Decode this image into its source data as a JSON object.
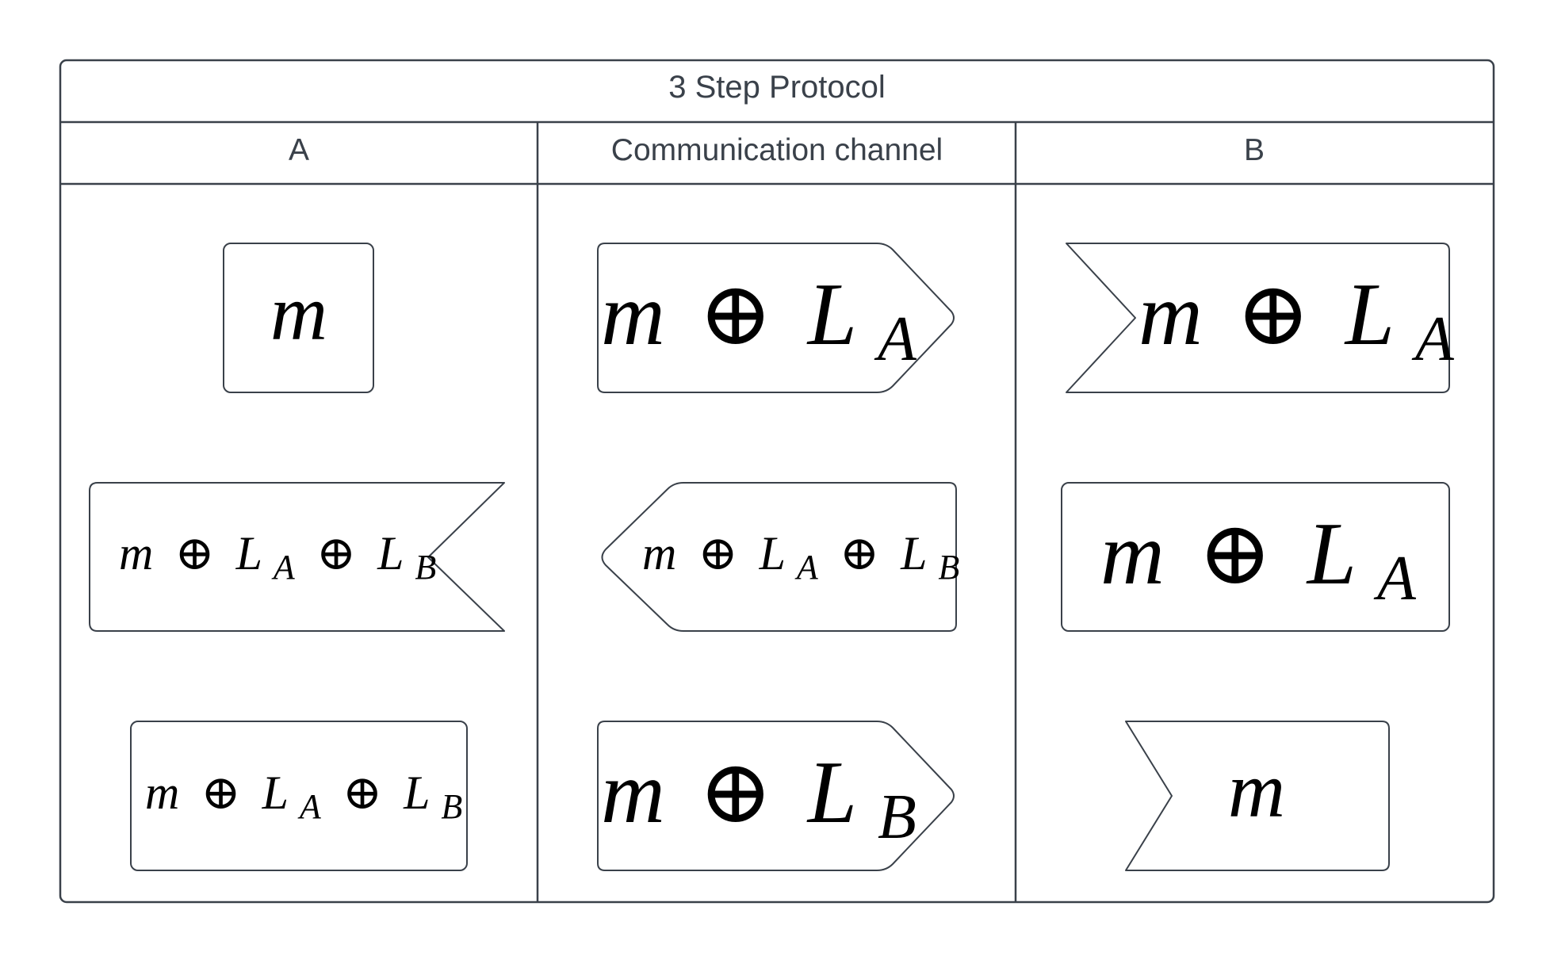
{
  "table": {
    "title": "3 Step Protocol",
    "columns": [
      "A",
      "Communication channel",
      "B"
    ]
  },
  "cells": {
    "a1": {
      "m": "m"
    },
    "a2": {
      "m": "m",
      "op1": "⊕",
      "l1": "L",
      "s1": "A",
      "op2": "⊕",
      "l2": "L",
      "s2": "B"
    },
    "a3": {
      "m": "m",
      "op1": "⊕",
      "l1": "L",
      "s1": "A",
      "op2": "⊕",
      "l2": "L",
      "s2": "B"
    },
    "c1": {
      "m": "m",
      "op1": "⊕",
      "l1": "L",
      "s1": "A"
    },
    "c2": {
      "m": "m",
      "op1": "⊕",
      "l1": "L",
      "s1": "A",
      "op2": "⊕",
      "l2": "L",
      "s2": "B"
    },
    "c3": {
      "m": "m",
      "op1": "⊕",
      "l1": "L",
      "s1": "B"
    },
    "b1": {
      "m": "m",
      "op1": "⊕",
      "l1": "L",
      "s1": "A"
    },
    "b2": {
      "m": "m",
      "op1": "⊕",
      "l1": "L",
      "s1": "A"
    },
    "b3": {
      "m": "m"
    }
  },
  "colors": {
    "stroke": "#3a414a",
    "text": "#3a414a",
    "math": "#000000"
  }
}
